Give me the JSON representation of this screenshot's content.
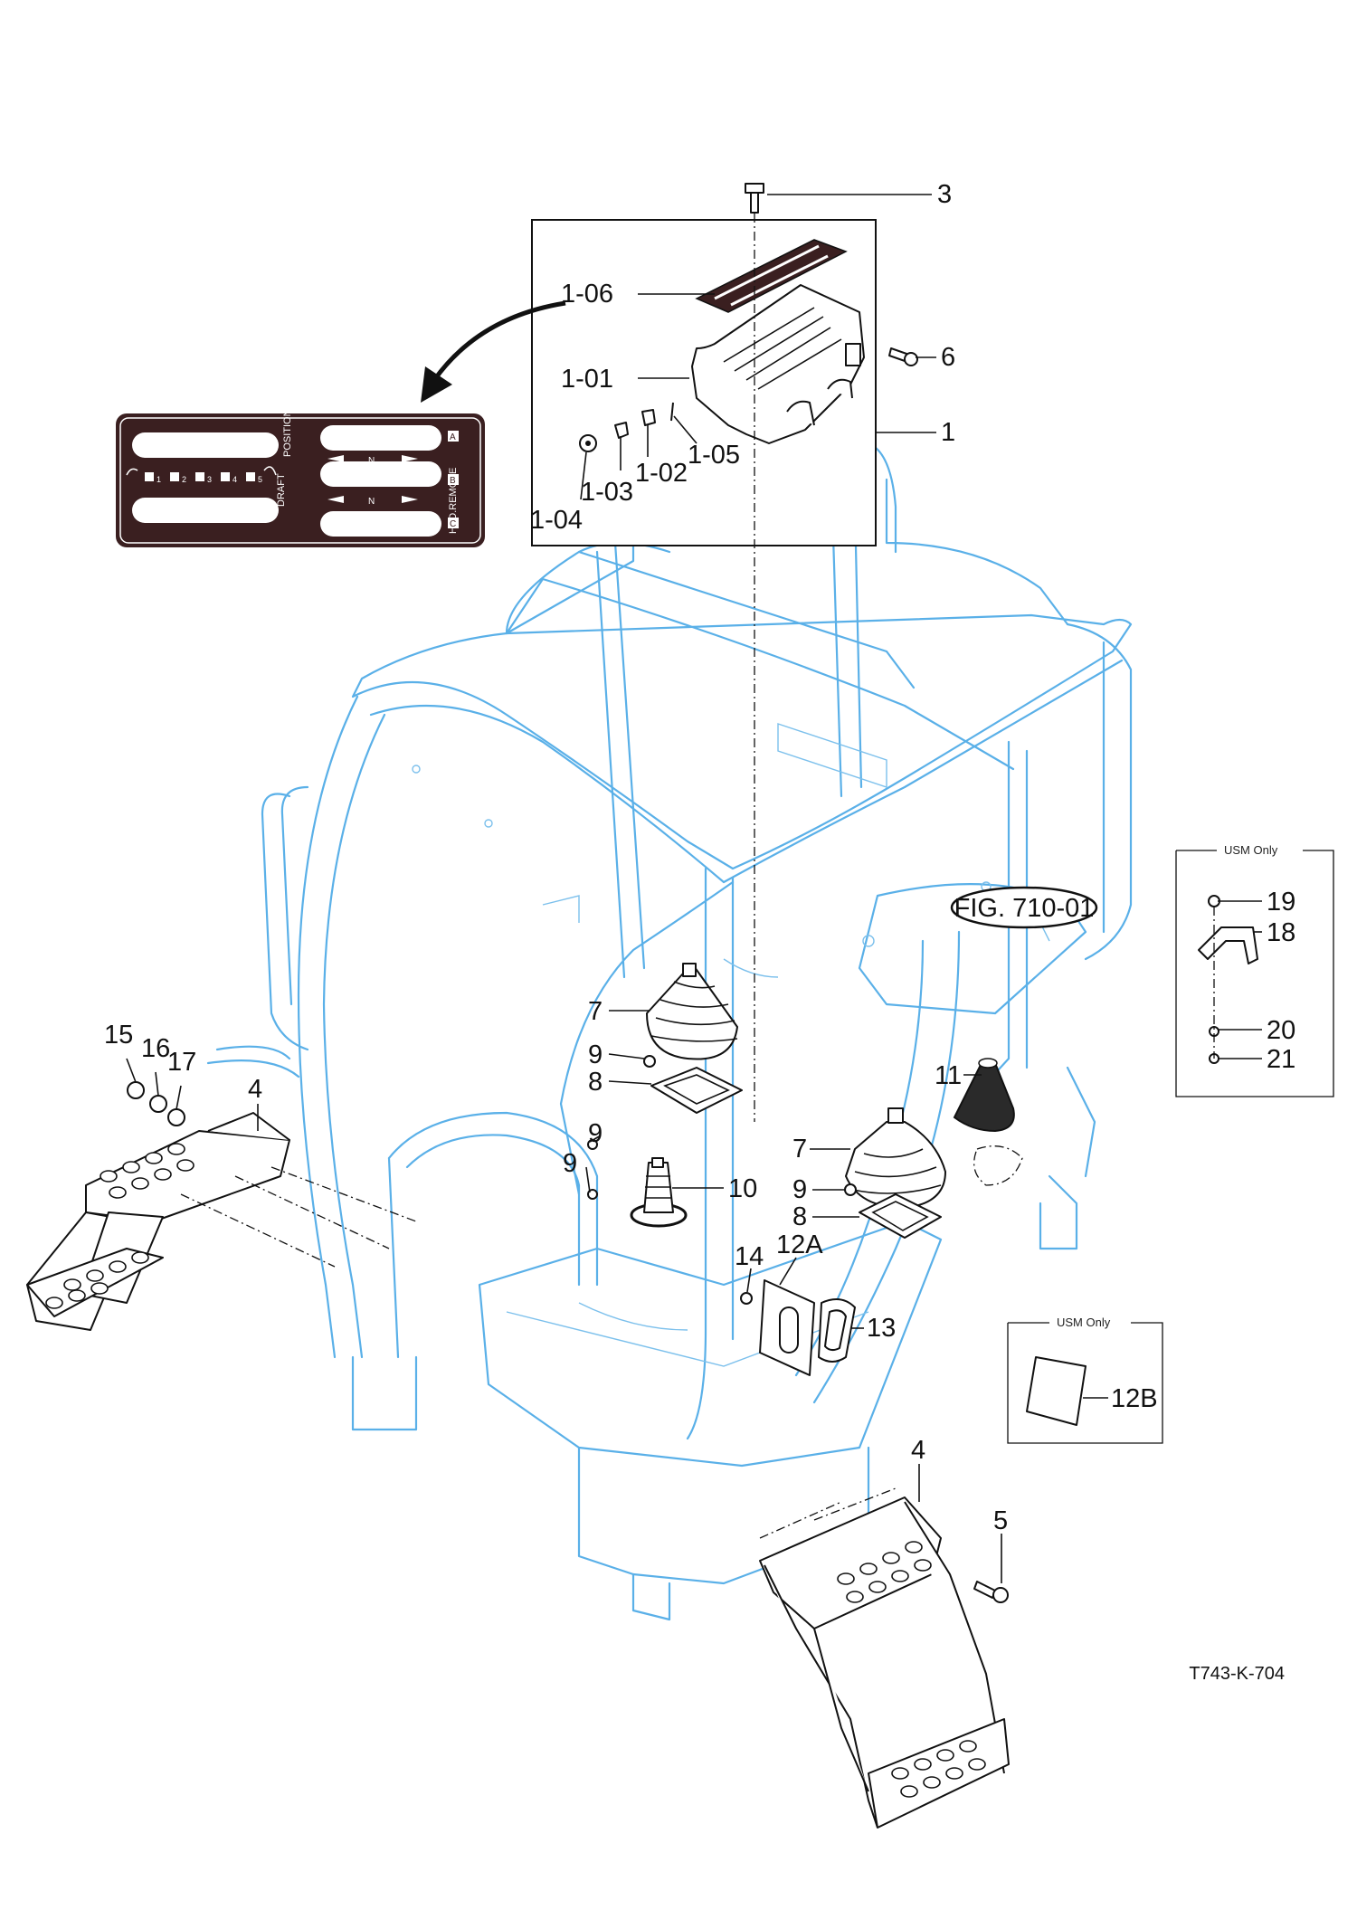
{
  "figure_code": "T743-K-704",
  "fig_reference": "FIG. 710-01",
  "usm_boxes": [
    {
      "title": "USM Only",
      "parts": [
        "19",
        "18",
        "20",
        "21"
      ]
    },
    {
      "title": "USM Only",
      "parts": [
        "12B"
      ]
    }
  ],
  "decal": {
    "left_side_text": "DRAFT",
    "top_text": "POSITION",
    "side_text": "HYD.REMOTE",
    "row_badges": [
      "A",
      "B",
      "C"
    ],
    "scale_numbers": [
      "1",
      "2",
      "3",
      "4",
      "5"
    ],
    "center_letter": "N"
  },
  "callouts": {
    "c3": "3",
    "c1_06": "1-06",
    "c6": "6",
    "c1_01": "1-01",
    "c1": "1",
    "c1_05": "1-05",
    "c1_02": "1-02",
    "c1_03": "1-03",
    "c1_04": "1-04",
    "c7a": "7",
    "c9a": "9",
    "c8a": "8",
    "c11": "11",
    "c9b": "9",
    "c9c": "9",
    "c10": "10",
    "c7b": "7",
    "c9d": "9",
    "c8b": "8",
    "c12a": "12A",
    "c14": "14",
    "c13": "13",
    "c15": "15",
    "c16": "16",
    "c17": "17",
    "c4a": "4",
    "c4b": "4",
    "c5": "5",
    "c19": "19",
    "c18": "18",
    "c20": "20",
    "c21": "21",
    "c12b": "12B"
  },
  "colors": {
    "frame": "#5ab0e8",
    "decal": "#3a1f20",
    "lines": "#111111"
  }
}
